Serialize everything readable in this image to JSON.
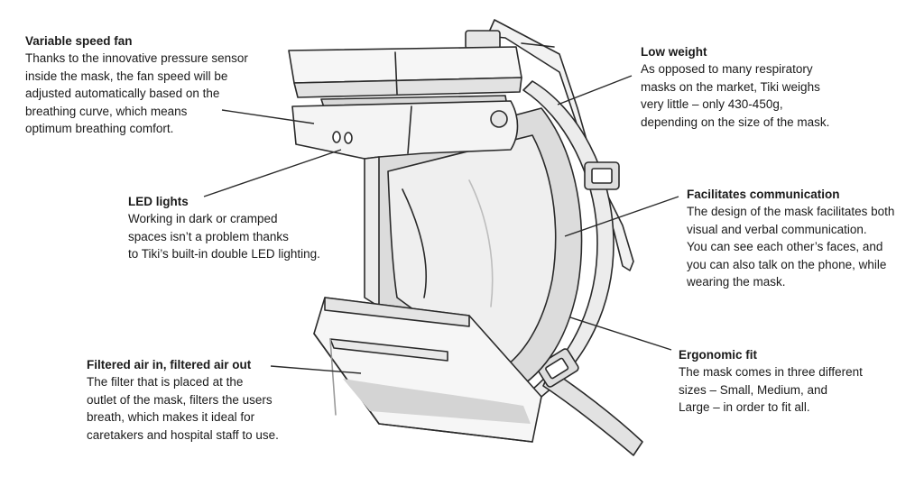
{
  "callouts": {
    "fan": {
      "title": "Variable speed fan",
      "lines": [
        "Thanks to the innovative pressure sensor",
        "inside the mask, the fan speed will be",
        "adjusted automatically based on the",
        "breathing curve, which means",
        "optimum breathing comfort."
      ]
    },
    "led": {
      "title": "LED lights",
      "lines": [
        "Working in dark or cramped",
        "spaces isn’t a problem thanks",
        "to Tiki’s built-in double LED lighting."
      ]
    },
    "filter": {
      "title": "Filtered air in, filtered air out",
      "lines": [
        "The filter that is placed at the",
        "outlet of the mask, filters the users",
        "breath, which makes it ideal for",
        "caretakers and hospital staff to use."
      ]
    },
    "weight": {
      "title": "Low weight",
      "lines": [
        "As opposed to many respiratory",
        "masks on the market, Tiki weighs",
        "very little – only 430-450g,",
        "depending on the size of the mask."
      ]
    },
    "communication": {
      "title": "Facilitates communication",
      "lines": [
        "The design of the mask facilitates both",
        "visual and verbal communication.",
        "You can see each other’s faces, and",
        "you can also talk on the phone, while",
        "wearing the mask."
      ]
    },
    "fit": {
      "title": "Ergonomic fit",
      "lines": [
        "The mask comes in three different",
        "sizes – Small, Medium, and",
        "Large – in order to fit all."
      ]
    }
  },
  "colors": {
    "outline": "#2a2a2a",
    "visor_shade": "#dcdcdc",
    "body_fill": "#f4f4f4",
    "text": "#1a1a1a"
  }
}
